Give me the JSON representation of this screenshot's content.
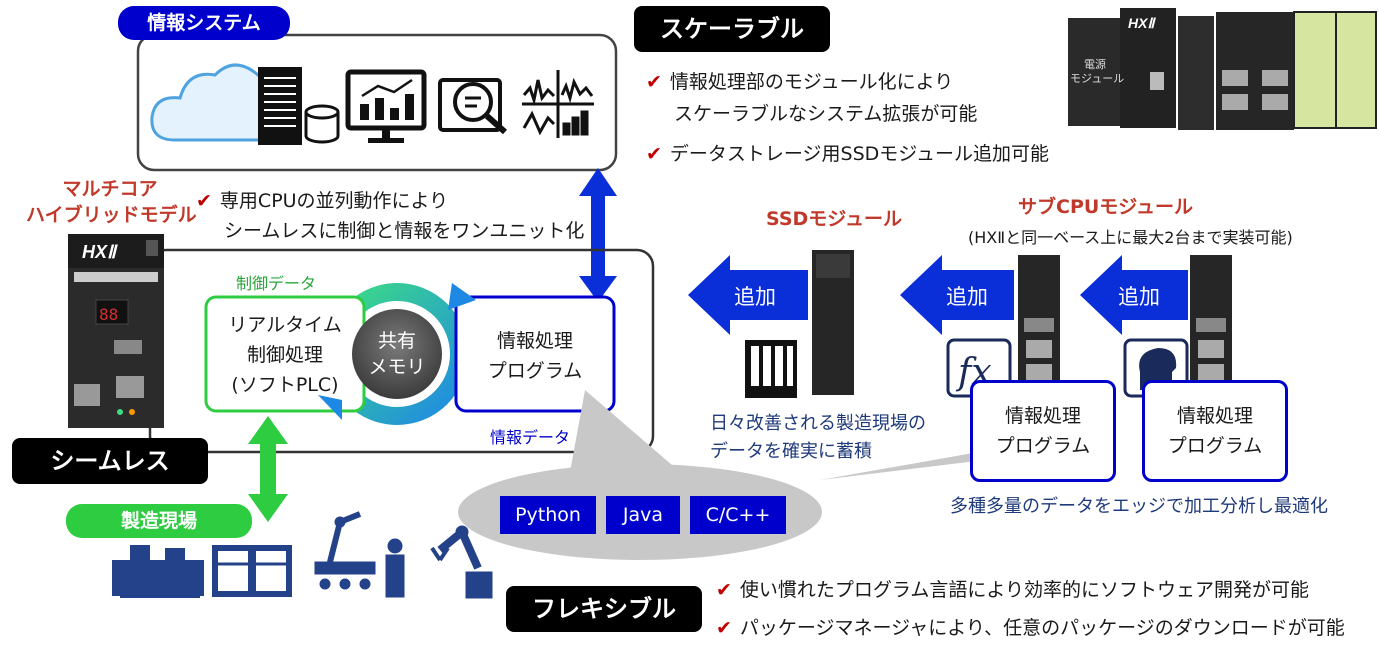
{
  "info_system": {
    "label": "情報システム"
  },
  "scalable": {
    "title": "スケーラブル",
    "bullets": [
      {
        "line1": "情報処理部のモジュール化により",
        "line2": "スケーラブルなシステム拡張が可能"
      },
      {
        "line1": "データストレージ用SSDモジュール追加可能",
        "line2": ""
      }
    ]
  },
  "hardware_photo": {
    "module_label_line1": "電源",
    "module_label_line2": "モジュール"
  },
  "multicore": {
    "title_line1": "マルチコア",
    "title_line2": "ハイブリッドモデル",
    "bullet_line1": "専用CPUの並列動作により",
    "bullet_line2": "シームレスに制御と情報をワンユニット化"
  },
  "core": {
    "control_data": "制御データ",
    "info_data": "情報データ",
    "realtime_line1": "リアルタイム",
    "realtime_line2": "制御処理",
    "realtime_line3": "(ソフトPLC)",
    "shared_line1": "共有",
    "shared_line2": "メモリ",
    "infoproc_line1": "情報処理",
    "infoproc_line2": "プログラム"
  },
  "seamless": {
    "label": "シームレス"
  },
  "factory": {
    "label": "製造現場"
  },
  "languages": [
    "Python",
    "Java",
    "C/C++"
  ],
  "ssd": {
    "title": "SSDモジュール",
    "add": "追加",
    "desc_line1": "日々改善される製造現場の",
    "desc_line2": "データを確実に蓄積"
  },
  "subcpu": {
    "title": "サブCPUモジュール",
    "note": "(HXⅡと同一ベース上に最大2台まで実装可能)",
    "add1": "追加",
    "add2": "追加",
    "prog1_line1": "情報処理",
    "prog1_line2": "プログラム",
    "prog2_line1": "情報処理",
    "prog2_line2": "プログラム",
    "caption": "多種多量のデータをエッジで加工分析し最適化"
  },
  "flexible": {
    "title": "フレキシブル",
    "bullets": [
      "使い慣れたプログラム言語により効率的にソフトウェア開発が可能",
      "パッケージマネージャにより、任意のパッケージのダウンロードが可能"
    ]
  },
  "check_mark": "✔",
  "colors": {
    "blue": "#0000cc",
    "green": "#2ecc40",
    "red": "#c0392b",
    "black": "#000000"
  }
}
